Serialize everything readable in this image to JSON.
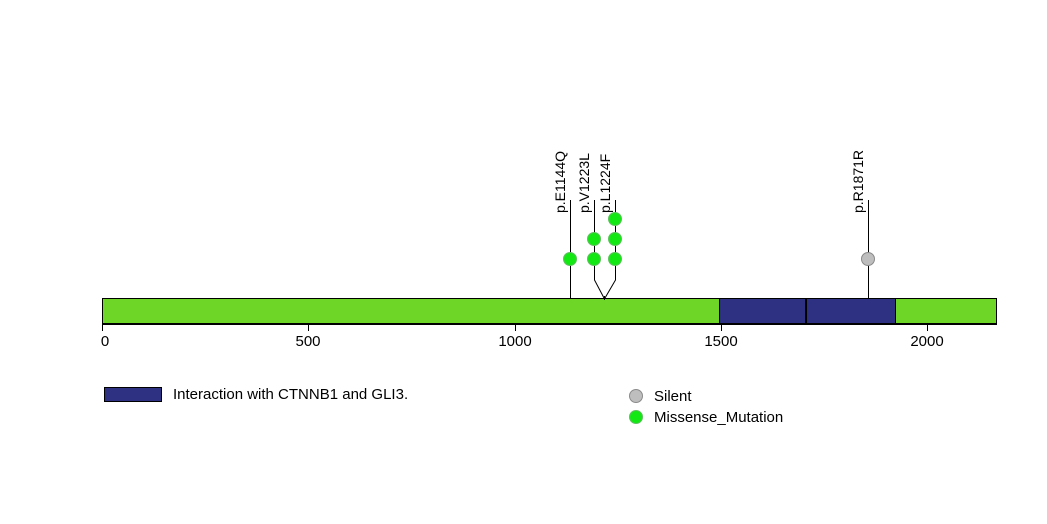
{
  "chart_data": {
    "type": "lollipop",
    "title": "",
    "xlabel": "",
    "ylabel": "",
    "xlim": [
      0,
      2170
    ],
    "grid": false,
    "protein_length": 2170,
    "axis_ticks": [
      {
        "value": 0,
        "label": "0"
      },
      {
        "value": 500,
        "label": "500"
      },
      {
        "value": 1000,
        "label": "1000"
      },
      {
        "value": 1500,
        "label": "1500"
      },
      {
        "value": 2000,
        "label": "2000"
      }
    ],
    "backbone_color": "#6DD627",
    "domains": [
      {
        "name": "Interaction with CTNNB1 and GLI3.",
        "start": 1600,
        "end": 1810,
        "color": "#2E3082"
      },
      {
        "name": "Interaction with CTNNB1 and GLI3.",
        "start": 1810,
        "end": 2027,
        "color": "#2E3082"
      }
    ],
    "mutations": [
      {
        "label": "p.E1144Q",
        "position": 1144,
        "count": 1,
        "type": "Missense_Mutation",
        "color": "#14E814"
      },
      {
        "label": "p.V1223L",
        "position": 1223,
        "count": 2,
        "type": "Missense_Mutation",
        "color": "#14E814"
      },
      {
        "label": "p.L1224F",
        "position": 1224,
        "count": 3,
        "type": "Missense_Mutation",
        "color": "#14E814"
      },
      {
        "label": "p.R1871R",
        "position": 1871,
        "count": 1,
        "type": "Silent",
        "color": "#BEBEBE"
      }
    ],
    "legend": {
      "domain_entries": [
        {
          "label": "Interaction with CTNNB1 and GLI3.",
          "color": "#2E3082"
        }
      ],
      "mutation_entries": [
        {
          "label": "Silent",
          "color": "#BEBEBE"
        },
        {
          "label": "Missense_Mutation",
          "color": "#14E814"
        }
      ]
    }
  }
}
